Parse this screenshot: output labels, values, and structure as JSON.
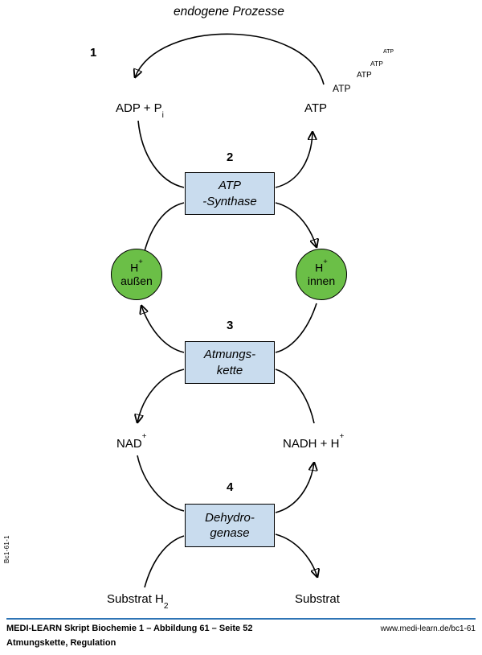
{
  "figure": {
    "top_process_label": "endogene Prozesse",
    "step_numbers": {
      "s1": "1",
      "s2": "2",
      "s3": "3",
      "s4": "4"
    },
    "atp_cascade": [
      "ATP",
      "ATP",
      "ATP",
      "ATP"
    ],
    "metabolites": {
      "adp": {
        "base": "ADP + P",
        "sub": "i"
      },
      "atp": "ATP",
      "nad": {
        "base": "NAD",
        "sup": "+"
      },
      "nadh": {
        "base": "NADH + H",
        "sup": "+"
      },
      "substrate_h2": {
        "base": "Substrat H",
        "sub": "2"
      },
      "substrate": "Substrat"
    },
    "boxes": {
      "atp_synthase": {
        "line1": "ATP",
        "line2": "-Synthase"
      },
      "atmungskette": {
        "line1": "Atmungs-",
        "line2": "kette"
      },
      "dehydrogenase": {
        "line1": "Dehydro-",
        "line2": "genase"
      }
    },
    "proton_pools": {
      "outside": {
        "base": "H",
        "sup": "+",
        "label": "außen"
      },
      "inside": {
        "base": "H",
        "sup": "+",
        "label": "innen"
      }
    },
    "colors": {
      "box_fill": "#c9dcee",
      "box_border": "#000000",
      "circle_fill": "#6bbf47",
      "circle_border": "#000000",
      "line": "#000000",
      "text": "#000000",
      "footer_rule": "#2e74b5"
    }
  },
  "side_code": "Bc1-61-1",
  "footer": {
    "source_line": "MEDI-LEARN Skript Biochemie 1 – Abbildung 61 – Seite 52",
    "website": "www.medi-learn.de/bc1-61",
    "caption": "Atmungskette, Regulation"
  }
}
